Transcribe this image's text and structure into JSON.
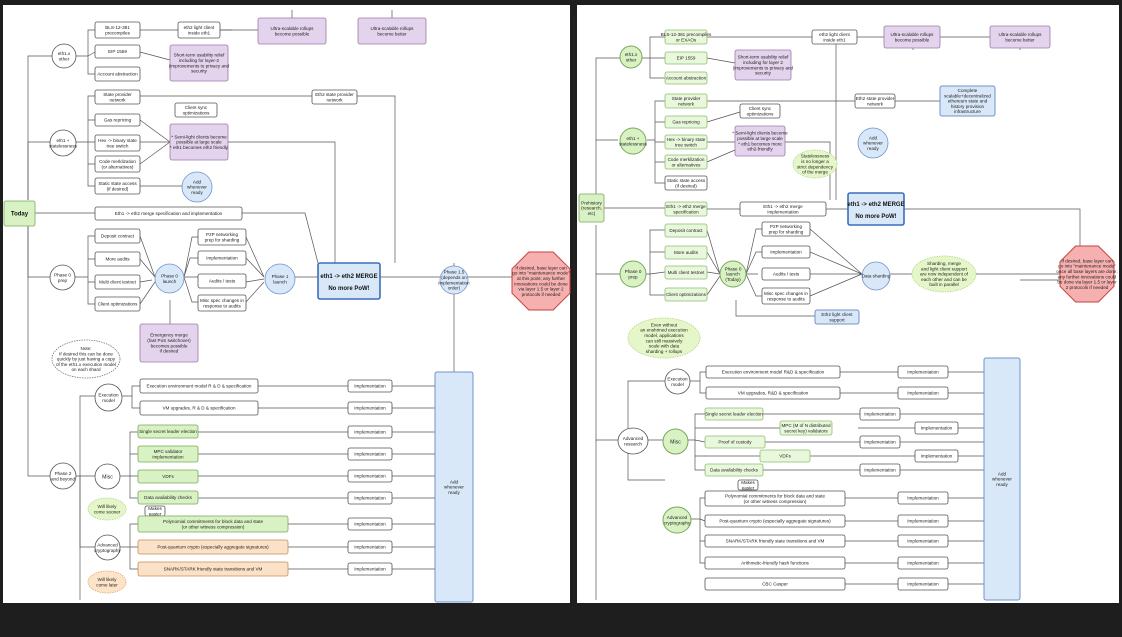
{
  "left": {
    "today": "Today",
    "eth1x": "eth1.x\nother",
    "bls": "BLS-12-381\nprecompiles",
    "eip1559": "EIP 1559",
    "account_abstraction": "Account abstraction",
    "eth2_light_client": "eth2 light client\ninside eth1",
    "ultra_rollups_possible": "Ultra-scalable rollups\nbecome possible",
    "ultra_rollups_better": "Ultra-scalable rollups\nbecome better",
    "short_term_relief": "Short-term usability relief\nincluding for layer-2\n(improvements to privacy and\nsecurity",
    "eth1_statelessness": "eth1 +\nstatelessness",
    "state_provider": "State provider\nnetwork",
    "client_sync": "Client sync\noptimizations",
    "eth2_state_provider": "Eth2 state provider\nnetwork",
    "gas_repricing": "Gas repricing",
    "hex_binary": "Hex -> binary state\ntree switch",
    "code_merk": "Code merklization\n(or alternatives)",
    "semi_light": "* Semi-light clients become\npossible at large scale\n* eth1 becomes eth2 friendly",
    "static_state": "Static state access\n(if desired)",
    "add_whenever_ready_1": "Add\nwhenever\nready",
    "merge_spec": "Eth1 -> eth2 merge specification and implementation",
    "phase0_prep": "Phase 0\nprep",
    "deposit_contract": "Deposit contract",
    "more_audits": "More audits",
    "multi_client": "Multi client testnet",
    "client_opts": "Client optimizations",
    "p2p": "P2P networking\nprep for sharding",
    "implementation": "Implementation",
    "audits_tests": "Audits / tests",
    "misc_spec": "Misc spec changes in\nresponse to audits",
    "phase0_launch": "Phase 0\nlaunch",
    "phase1_launch": "Phase 1\nlaunch",
    "merge_title": "eth1 -> eth2 MERGE",
    "no_more_pow": "No more PoW!",
    "phase_1_5": "Phase 1.5\n(depends on\nimplementation\norder)",
    "maintenance": "If desired, base layer can\ngo into \"maintenance mode\"\nat this point; any further\ninnovations could be done\nvia layer 1.5 or layer 2\nprotocols if needed",
    "emergency": "Emergency merge\n(fast PoS switchover)\nbecomes possible\nif desired",
    "note": "Note:\nIf desired this can be done\nquickly by just having a copy\nof the eth1.x execution model\non each shard",
    "execution_model": "Execution\nmodel",
    "exec_env": "Execution environment model R & D & specification",
    "vm_upgrades": "VM upgrades, R & D & specification",
    "phase2": "Phase 2\nand beyond",
    "misc": "Misc",
    "ssle": "Single secret leader election",
    "mpc": "MPC validator\nimplementation",
    "vdfs": "VDFs",
    "data_avail": "Data availability checks",
    "makes_easier": "Makes\neasier",
    "will_likely_sooner": "Will likely\ncome sooner",
    "adv_crypto": "Advanced\ncryptography",
    "poly_commit": "Polynomial commitments for block data and state\n(or other witness compression)",
    "post_quantum": "Post-quantum crypto (especially aggregate signatures)",
    "snark": "SNARK/STARK friendly state transitions and VM",
    "will_likely_later": "Will likely\ncome later",
    "add_whenever_ready_2": "Add\nwhenever\nready"
  },
  "right": {
    "prehistory": "Prehistory\n(research,\netc)",
    "eth1x": "eth1.x\nother",
    "bls": "BLS-12-381 precompiles\nor EXAOs",
    "eip1559": "EIP 1559",
    "account_abstraction": "Account abstraction",
    "eth2_light_client": "eth2 light client\ninside eth1",
    "ultra_rollups_possible": "Ultra-scalable rollups\nbecome possible",
    "ultra_rollups_better": "Ultra-scalable rollups\nbecome better",
    "short_term_relief": "Short-term usability relief\nincluding for layer 2\n(improvements to privacy and\nsecurity",
    "eth1_statelessness": "eth1 +\nstatelessness",
    "state_provider": "State provider\nnetwork",
    "client_sync": "Client sync\noptimizations",
    "eth2_state_provider": "Eth2 state provider\nnetwork",
    "complete_decentralized": "Complete\nscalable+decentralized\nethereum state and\nhistory provision\ninfrastructure",
    "gas_repricing": "Gas repricing",
    "hex_binary": "Hex -> binary state\ntree switch",
    "code_merk": "Code merklization\nor alternatives",
    "semi_light": "* Semi-light clients become\npossible at large scale\n* eth1 becomes more\neth2-friendly",
    "statelessness_note": "Statelessness\nis no longer a\nstrict dependency\nof the merge",
    "add_whenever_ready_1": "Add\nwhenever\nready",
    "static_state": "Static state access\n(if desired)",
    "merge_spec_1": "Eth1 -> eth2 merge\nspecification",
    "merge_spec_2": "Eth1 -> eth2 merge\nimplementation",
    "merge_title": "eth1 -> eth2 MERGE",
    "no_more_pow": "No more PoW!",
    "deposit_contract": "Deposit contract",
    "more_audits": "More audits",
    "multi_client": "Multi client testnet",
    "client_opts": "Client optimizations",
    "phase0_prep": "Phase 0\nprep",
    "phase0_launch": "Phase 0\nlaunch\n(Today)",
    "p2p": "P2P networking\nprep for sharding",
    "implementation": "Implementation",
    "audits_tests": "Audits / tests",
    "misc_spec": "Misc spec changes in\nresponse to audits",
    "data_sharding": "Data sharding",
    "parallel_note": "Sharding, merge\nand light client support\nare now independent of\neach other and can be\nbuilt in parallel",
    "maintenance": "If desired, base layer can\ngo into \"maintenance mode\"\nonce all base layers are done;\nany further innovations could\nbe done via layer 1.5 or layer\n2 protocols if needed",
    "eth2_light_support": "Eth2 light client\nsupport",
    "even_without": "Even without\nan enshrined execution\nmodel, applications\ncan still massively\nscale with data\nsharding + rollups",
    "execution_model": "Execution\nmodel",
    "exec_env": "Execution environment model R&D & specification",
    "vm_upgrades": "VM upgrades, R&D & specification",
    "advanced_research": "Advanced\nresearch",
    "misc": "Misc",
    "ssle": "Single secret leader election",
    "mpc": "MPC (M of N distributed\nsecret key) validators",
    "proof_custody": "Proof of custody",
    "vdfs": "VDFs",
    "data_avail": "Data availability checks",
    "makes_easier": "Makes\neasier",
    "adv_crypto": "Advanced\ncryptography",
    "poly_commit": "Polynomial commitments for block data and state\n(or other witness compression)",
    "post_quantum": "Post-quantum crypto (especially aggregate signatures)",
    "snark": "SNARK/STARK friendly state transitions and VM",
    "arith": "Arithmetic-friendly hash functions",
    "cbc": "CBC Casper",
    "implementation_label": "Implementation",
    "add_whenever_ready_2": "Add\nwhenever\nready"
  }
}
